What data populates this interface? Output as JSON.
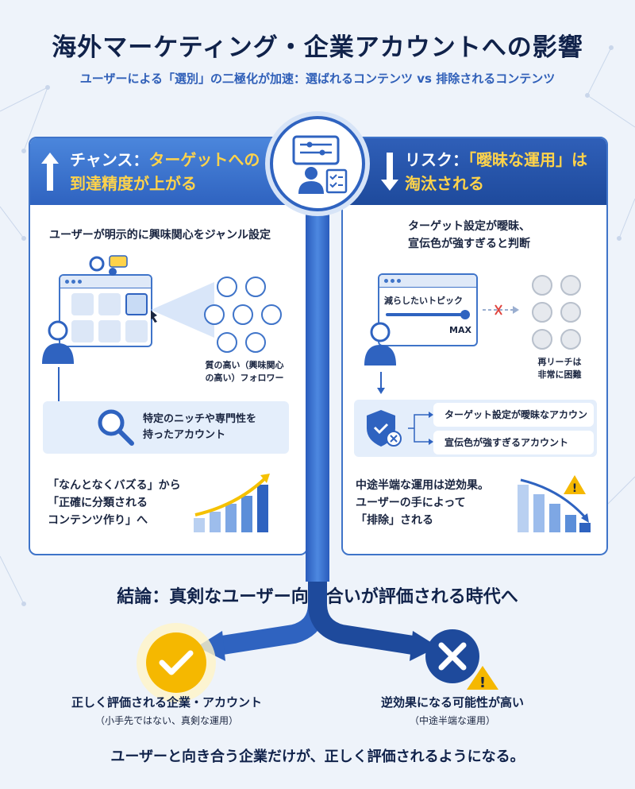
{
  "title": "海外マーケティング・企業アカウントへの影響",
  "subtitle": "ユーザーによる「選別」の二極化が加速：選ばれるコンテンツ vs 排除されるコンテンツ",
  "left": {
    "head_line1_a": "チャンス：",
    "head_line1_b": "ターゲットへの",
    "head_line2": "到達精度が上がる",
    "lead": "ユーザーが明示的に興味関心をジャンル設定",
    "followers_caption_1": "質の高い（興味関心",
    "followers_caption_2": "の高い）フォロワー",
    "niche_1": "特定のニッチや専門性を",
    "niche_2": "持ったアカウント",
    "bottom_1": "「なんとなくバズる」から",
    "bottom_2": "「正確に分類される",
    "bottom_3": "コンテンツ作り」へ"
  },
  "right": {
    "head_line1_a": "リスク：",
    "head_line1_b": "「曖昧な運用」は",
    "head_line2": "淘汰される",
    "lead_1": "ターゲット設定が曖昧、",
    "lead_2": "宣伝色が強すぎると判断",
    "slider_label": "減らしたいトピック",
    "slider_max": "MAX",
    "reach_1": "再リーチは",
    "reach_2": "非常に困難",
    "tag_1": "ターゲット設定が曖昧なアカウント",
    "tag_2": "宣伝色が強すぎるアカウント",
    "bottom_1": "中途半端な運用は逆効果。",
    "bottom_2": "ユーザーの手によって",
    "bottom_3": "「排除」される"
  },
  "conclusion": "結論：真剣なユーザー向き合いが評価される時代へ",
  "good": {
    "label": "正しく評価される企業・アカウント",
    "sub": "（小手先ではない、真剣な運用）"
  },
  "bad": {
    "label": "逆効果になる可能性が高い",
    "sub": "（中途半端な運用）"
  },
  "footer": "ユーザーと向き合う企業だけが、正しく評価されるようになる。",
  "colors": {
    "primary": "#2f63c0",
    "accent_yellow": "#ffd34a",
    "navy": "#10224a",
    "warning": "#f5b800"
  }
}
